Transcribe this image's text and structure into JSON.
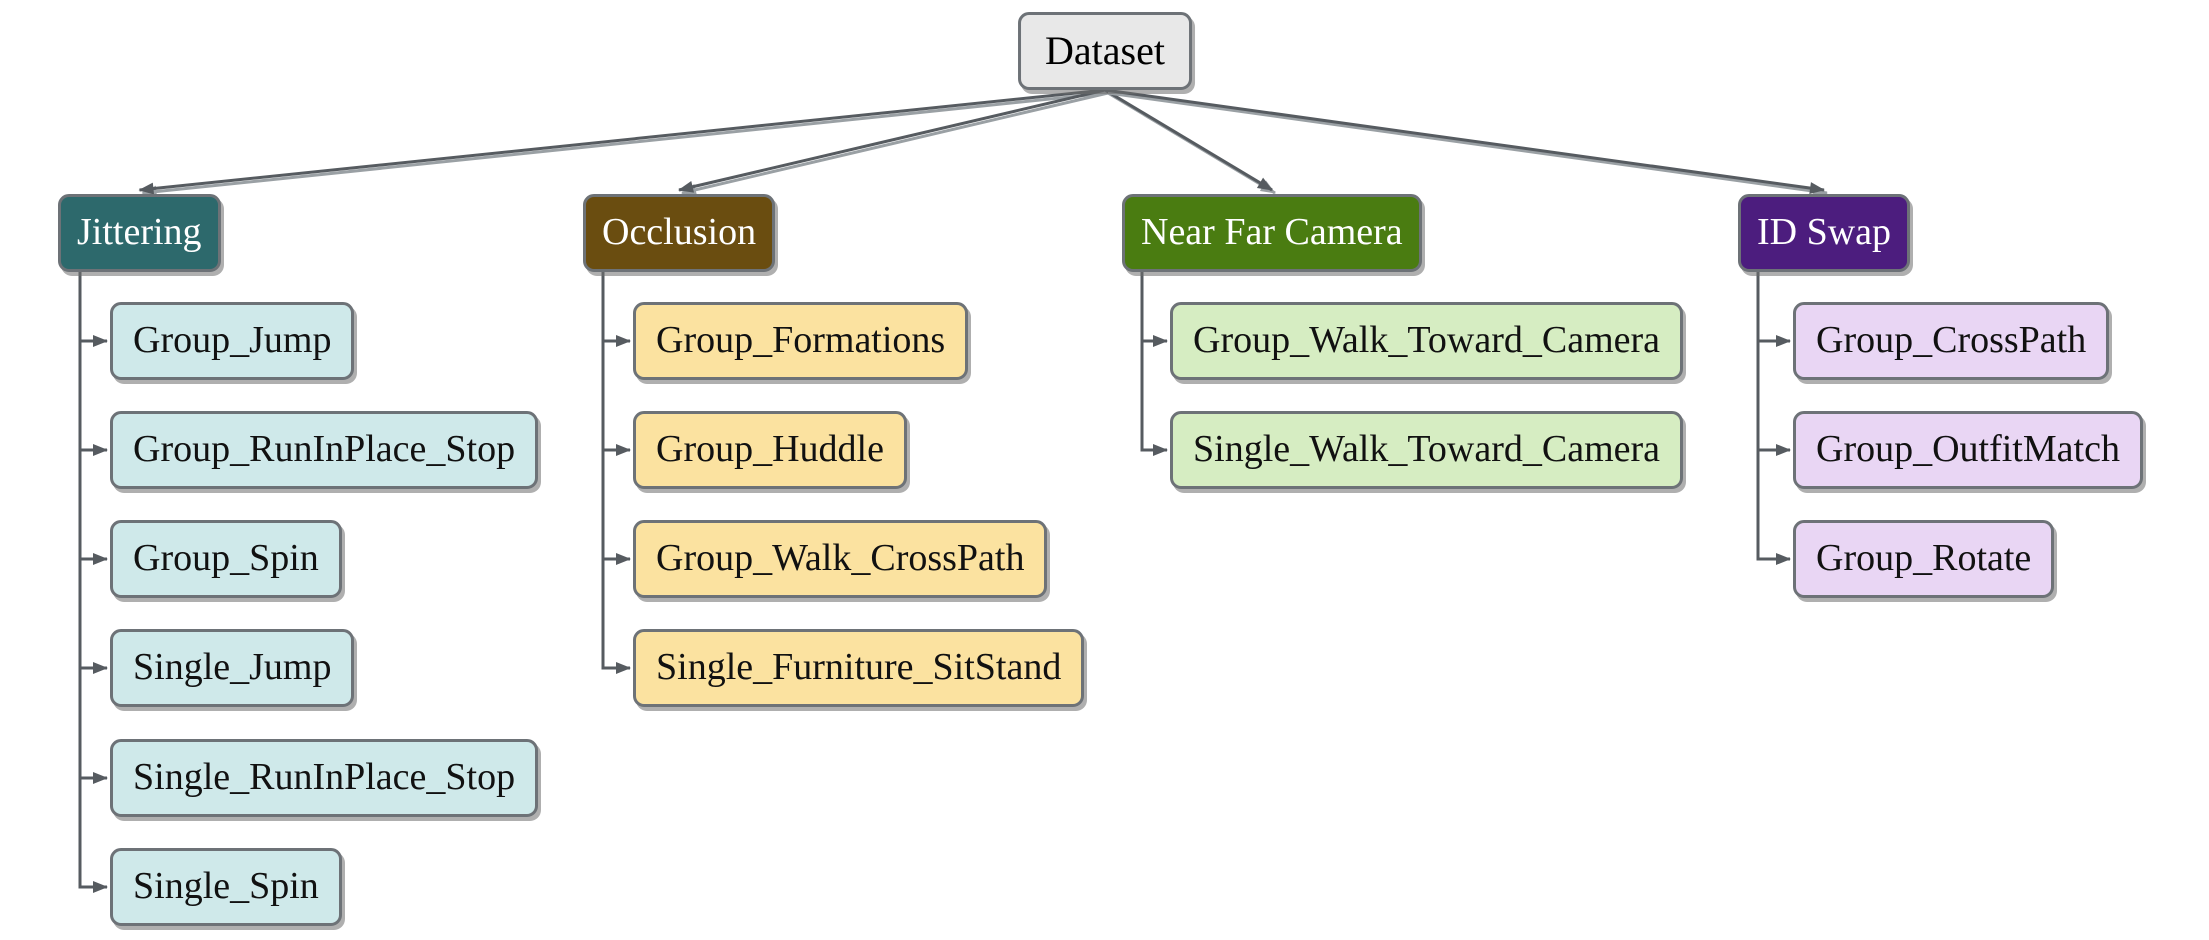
{
  "tree": {
    "root": {
      "label": "Dataset",
      "fill": "#e8e8e8"
    },
    "branches": [
      {
        "label": "Jittering",
        "color": "#2d696c",
        "child_color": "#cfe9ea",
        "children": [
          "Group_Jump",
          "Group_RunInPlace_Stop",
          "Group_Spin",
          "Single_Jump",
          "Single_RunInPlace_Stop",
          "Single_Spin"
        ]
      },
      {
        "label": "Occlusion",
        "color": "#6a4d10",
        "child_color": "#fbe2a0",
        "children": [
          "Group_Formations",
          "Group_Huddle",
          "Group_Walk_CrossPath",
          "Single_Furniture_SitStand"
        ]
      },
      {
        "label": "Near Far Camera",
        "color": "#4a7c11",
        "child_color": "#d6edc2",
        "children": [
          "Group_Walk_Toward_Camera",
          "Single_Walk_Toward_Camera"
        ]
      },
      {
        "label": "ID Swap",
        "color": "#4c1d7e",
        "child_color": "#e9d6f4",
        "children": [
          "Group_CrossPath",
          "Group_OutfitMatch",
          "Group_Rotate"
        ]
      }
    ],
    "edge_color": "#565b60",
    "edge_shadow_color": "#9aa0a4",
    "border_color": "#6d7277",
    "header_text_color": "#ffffff",
    "child_text_color": "#111111"
  }
}
